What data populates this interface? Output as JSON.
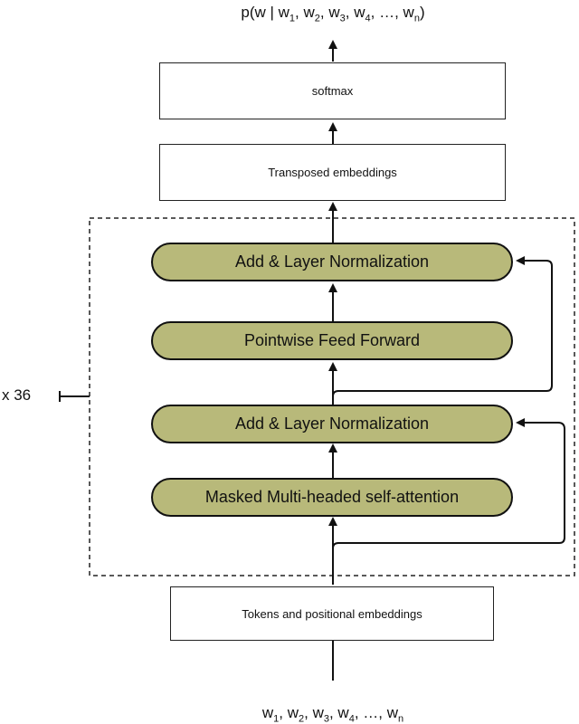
{
  "output_prob": {
    "prefix": "p(w | ",
    "tokens": [
      {
        "base": "w",
        "sub": "1"
      },
      {
        "base": "w",
        "sub": "2"
      },
      {
        "base": "w",
        "sub": "3"
      },
      {
        "base": "w",
        "sub": "4"
      },
      {
        "text": "…"
      },
      {
        "base": "w",
        "sub": "n"
      }
    ],
    "suffix": ")"
  },
  "input_tokens": {
    "prefix": "",
    "tokens": [
      {
        "base": "w",
        "sub": "1"
      },
      {
        "base": "w",
        "sub": "2"
      },
      {
        "base": "w",
        "sub": "3"
      },
      {
        "base": "w",
        "sub": "4"
      },
      {
        "text": "…"
      },
      {
        "base": "w",
        "sub": "n"
      }
    ],
    "suffix": ""
  },
  "boxes": {
    "softmax": "softmax",
    "transposed": "Transposed embeddings",
    "tokens_pos": "Tokens and positional embeddings"
  },
  "block": {
    "repeat_label": "x 36",
    "layers": {
      "add_norm_top": "Add & Layer Normalization",
      "feed_forward": "Pointwise Feed Forward",
      "add_norm_bottom": "Add & Layer Normalization",
      "attention": "Masked Multi-headed self-attention"
    }
  },
  "colors": {
    "layer_fill": "#b8b97a",
    "stroke": "#111111"
  }
}
